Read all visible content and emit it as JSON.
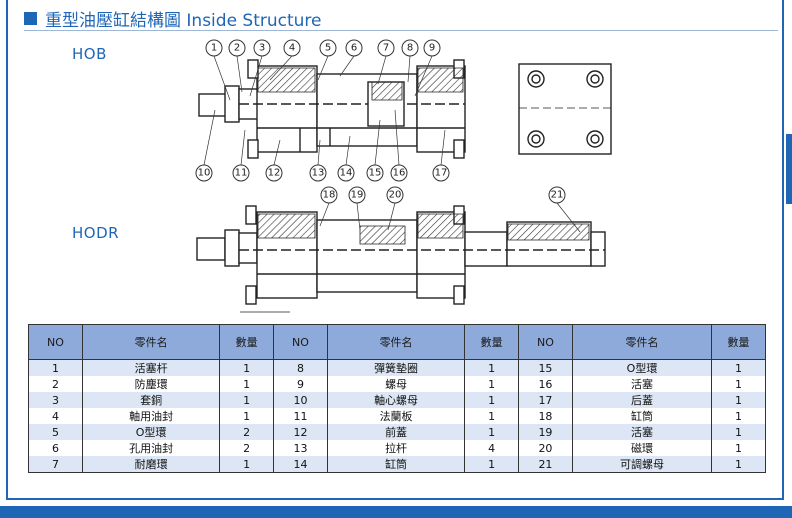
{
  "title": "重型油壓缸結構圖 Inside Structure",
  "models": {
    "hob": "HOB",
    "hodr": "HODR"
  },
  "callouts": {
    "hob_top": [
      "1",
      "2",
      "3",
      "4",
      "5",
      "6",
      "7",
      "8",
      "9"
    ],
    "hob_bottom": [
      "10",
      "11",
      "12",
      "13",
      "14",
      "15",
      "16",
      "17"
    ],
    "hodr_top": [
      "18",
      "19",
      "20",
      "21"
    ]
  },
  "table": {
    "headers": [
      "NO",
      "零件名",
      "數量",
      "NO",
      "零件名",
      "數量",
      "NO",
      "零件名",
      "數量"
    ],
    "rows": [
      [
        "1",
        "活塞杆",
        "1",
        "8",
        "彈簧墊圈",
        "1",
        "15",
        "O型環",
        "1"
      ],
      [
        "2",
        "防塵環",
        "1",
        "9",
        "螺母",
        "1",
        "16",
        "活塞",
        "1"
      ],
      [
        "3",
        "套銅",
        "1",
        "10",
        "軸心螺母",
        "1",
        "17",
        "后蓋",
        "1"
      ],
      [
        "4",
        "軸用油封",
        "1",
        "11",
        "法蘭板",
        "1",
        "18",
        "缸筒",
        "1"
      ],
      [
        "5",
        "O型環",
        "2",
        "12",
        "前蓋",
        "1",
        "19",
        "活塞",
        "1"
      ],
      [
        "6",
        "孔用油封",
        "2",
        "13",
        "拉杆",
        "4",
        "20",
        "磁環",
        "1"
      ],
      [
        "7",
        "耐磨環",
        "1",
        "14",
        "缸筒",
        "1",
        "21",
        "可調螺母",
        "1"
      ]
    ]
  },
  "colors": {
    "brand": "#1f66b7",
    "header_bg": "#8eaadb",
    "row_alt": "#dde6f4"
  }
}
